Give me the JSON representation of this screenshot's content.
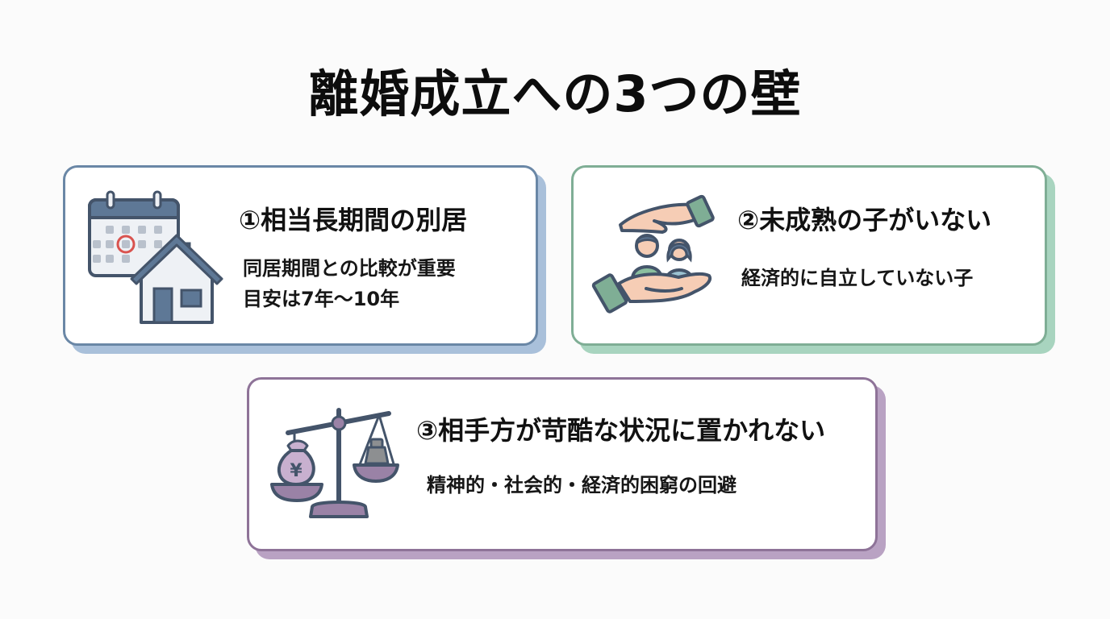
{
  "title": "離婚成立への3つの壁",
  "colors": {
    "card1_border": "#6a87a6",
    "card1_shadow": "#a9c0da",
    "card2_border": "#7fae95",
    "card2_shadow": "#a8d4bf",
    "card3_border": "#8e7398",
    "card3_shadow": "#b9a2c3",
    "icon_stroke": "#44546a",
    "calendar_highlight": "#d9534f"
  },
  "cards": [
    {
      "heading": "①相当長期間の別居",
      "lines": [
        "同居期間との比較が重要",
        "目安は7年〜10年"
      ],
      "icon": "calendar-house-icon"
    },
    {
      "heading": "②未成熟の子がいない",
      "lines": [
        "経済的に自立していない子"
      ],
      "icon": "protecting-hands-children-icon"
    },
    {
      "heading": "③相手方が苛酷な状況に置かれない",
      "lines": [
        "精神的・社会的・経済的困窮の回避"
      ],
      "icon": "balance-scale-money-icon"
    }
  ]
}
